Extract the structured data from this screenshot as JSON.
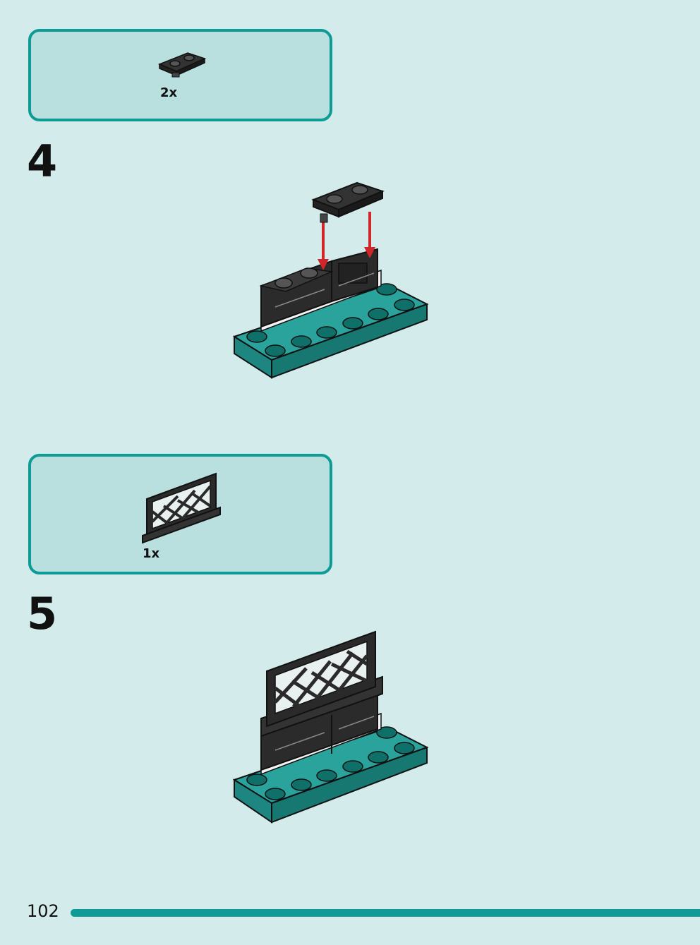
{
  "parts_box_1": {
    "quantity": "2x",
    "part_icon": "black-hinge-plate-icon"
  },
  "step_4": {
    "number": "4",
    "illustration": "step-4-assembly-icon"
  },
  "parts_box_2": {
    "quantity": "1x",
    "part_icon": "black-lattice-panel-icon"
  },
  "step_5": {
    "number": "5",
    "illustration": "step-5-assembly-icon"
  },
  "footer": {
    "page_number": "102"
  },
  "colors": {
    "background": "#d3ebea",
    "parts_box_fill": "#b9e0de",
    "accent_teal": "#0e9b95",
    "brick_black": "#2a2a2a",
    "baseplate_teal": "#23958f",
    "arrow_red": "#d0252b"
  }
}
